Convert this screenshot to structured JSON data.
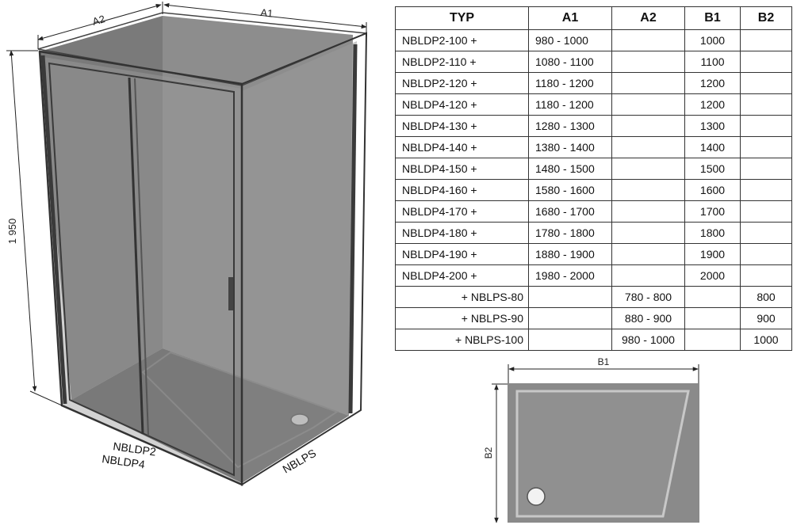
{
  "drawing": {
    "dim_a1": "A1",
    "dim_a2": "A2",
    "dim_height": "1 950",
    "door_label_1": "NBLDP2",
    "door_label_2": "NBLDP4",
    "side_label": "NBLPS"
  },
  "tray": {
    "dim_b1": "B1",
    "dim_b2": "B2"
  },
  "table": {
    "headers": [
      "TYP",
      "A1",
      "A2",
      "B1",
      "B2"
    ],
    "rows": [
      [
        "NBLDP2-100 +",
        "980 - 1000",
        "",
        "1000",
        ""
      ],
      [
        "NBLDP2-110 +",
        "1080 - 1100",
        "",
        "1100",
        ""
      ],
      [
        "NBLDP2-120 +",
        "1180 - 1200",
        "",
        "1200",
        ""
      ],
      [
        "NBLDP4-120 +",
        "1180 - 1200",
        "",
        "1200",
        ""
      ],
      [
        "NBLDP4-130 +",
        "1280 - 1300",
        "",
        "1300",
        ""
      ],
      [
        "NBLDP4-140 +",
        "1380 - 1400",
        "",
        "1400",
        ""
      ],
      [
        "NBLDP4-150 +",
        "1480 - 1500",
        "",
        "1500",
        ""
      ],
      [
        "NBLDP4-160 +",
        "1580 - 1600",
        "",
        "1600",
        ""
      ],
      [
        "NBLDP4-170 +",
        "1680 - 1700",
        "",
        "1700",
        ""
      ],
      [
        "NBLDP4-180 +",
        "1780 - 1800",
        "",
        "1800",
        ""
      ],
      [
        "NBLDP4-190 +",
        "1880 - 1900",
        "",
        "1900",
        ""
      ],
      [
        "NBLDP4-200 +",
        "1980 - 2000",
        "",
        "2000",
        ""
      ],
      [
        "+ NBLPS-80",
        "",
        "780 - 800",
        "",
        "800"
      ],
      [
        "+ NBLPS-90",
        "",
        "880 - 900",
        "",
        "900"
      ],
      [
        "+ NBLPS-100",
        "",
        "980 - 1000",
        "",
        "1000"
      ]
    ]
  }
}
